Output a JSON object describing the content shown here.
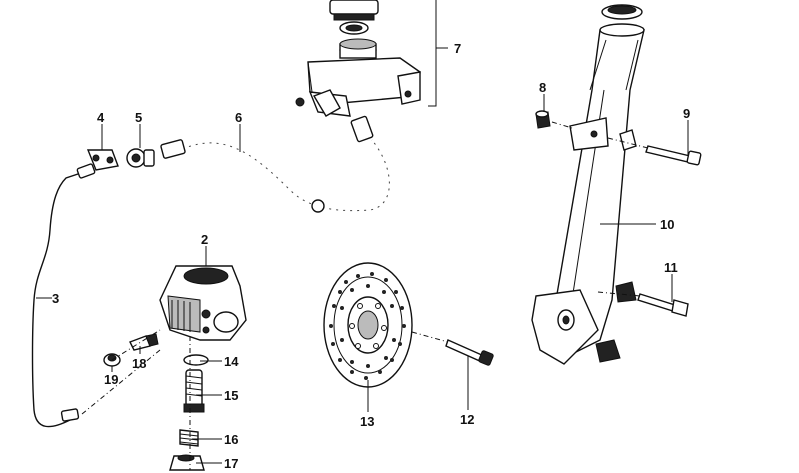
{
  "callouts": [
    {
      "id": "1",
      "text": "7"
    },
    {
      "id": "2",
      "text": "2"
    },
    {
      "id": "3",
      "text": "3"
    },
    {
      "id": "4",
      "text": "4"
    },
    {
      "id": "5",
      "text": "5"
    },
    {
      "id": "6",
      "text": "6"
    },
    {
      "id": "7",
      "text": "8"
    },
    {
      "id": "8",
      "text": "9"
    },
    {
      "id": "9",
      "text": "10"
    },
    {
      "id": "10",
      "text": "11"
    },
    {
      "id": "11",
      "text": "12"
    },
    {
      "id": "12",
      "text": "13"
    },
    {
      "id": "13",
      "text": "14"
    },
    {
      "id": "14",
      "text": "15"
    },
    {
      "id": "15",
      "text": "16"
    },
    {
      "id": "16",
      "text": "17"
    },
    {
      "id": "17",
      "text": "18"
    },
    {
      "id": "18",
      "text": "19"
    }
  ]
}
